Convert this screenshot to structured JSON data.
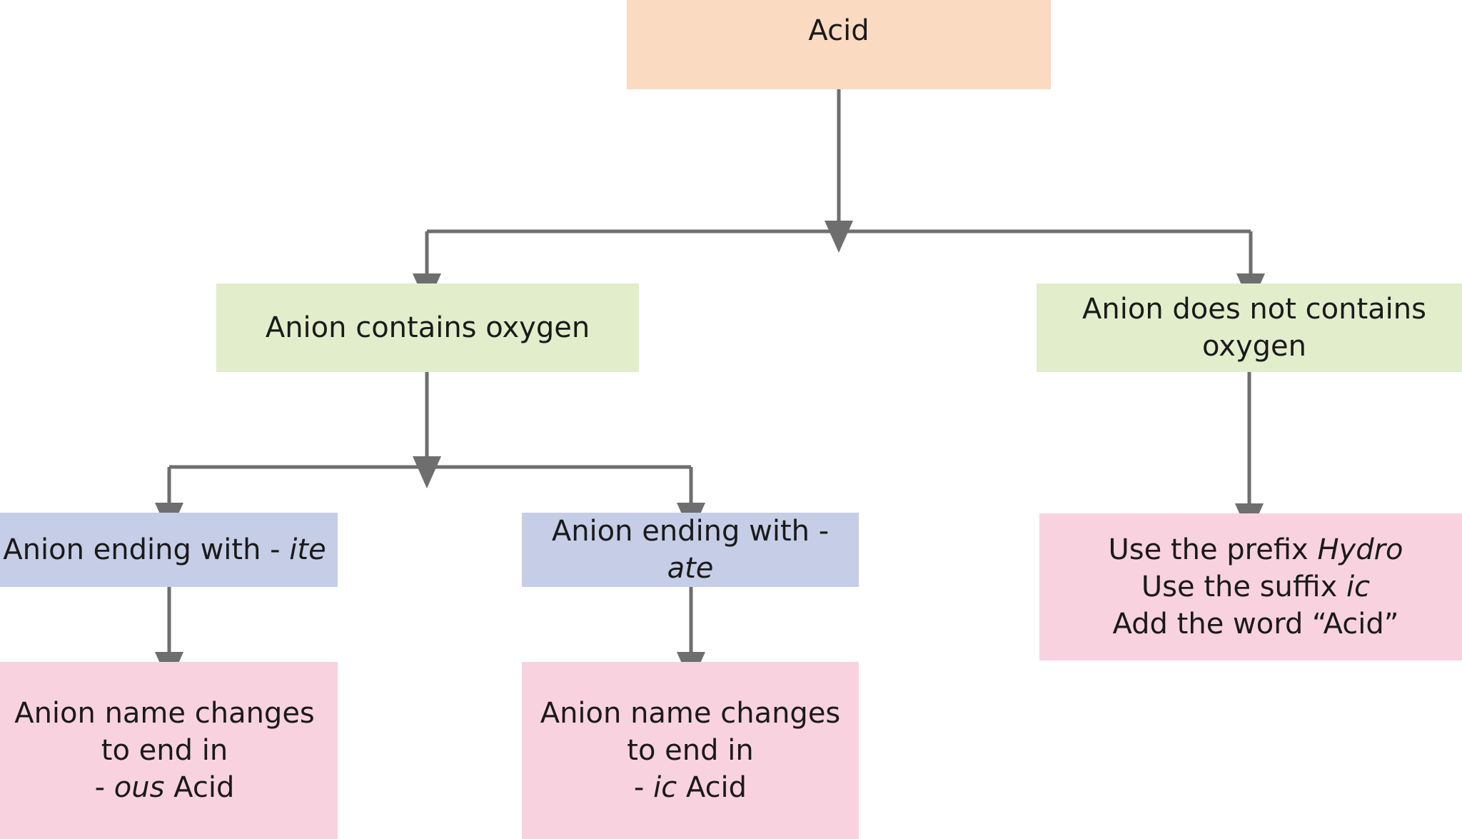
{
  "diagram": {
    "title": "Acid naming decision flowchart",
    "type": "flowchart",
    "colors": {
      "root": "#FBDAC2",
      "branch": "#E2EDCB",
      "sub": "#C6CDE6",
      "leaf": "#F9D2E0",
      "connector": "#6E6E6E",
      "text": "#1a1a1a",
      "background": "#FFFFFF"
    },
    "nodes": [
      {
        "id": "acid",
        "label": "Acid",
        "category": "root",
        "lines": [
          [
            {
              "text": "Acid",
              "italic": false
            }
          ]
        ]
      },
      {
        "id": "with-oxygen",
        "label": "Anion contains oxygen",
        "category": "branch",
        "lines": [
          [
            {
              "text": "Anion contains oxygen",
              "italic": false
            }
          ]
        ]
      },
      {
        "id": "no-oxygen",
        "label": "Anion does not contains oxygen",
        "category": "branch",
        "lines": [
          [
            {
              "text": "Anion does not contains oxygen",
              "italic": false
            }
          ]
        ]
      },
      {
        "id": "ite",
        "label": "Anion ending with - ite",
        "category": "sub",
        "lines": [
          [
            {
              "text": "Anion ending with - ",
              "italic": false
            },
            {
              "text": "ite",
              "italic": true
            }
          ]
        ]
      },
      {
        "id": "ate",
        "label": "Anion ending with - ate",
        "category": "sub",
        "lines": [
          [
            {
              "text": "Anion ending with - ",
              "italic": false
            },
            {
              "text": "ate",
              "italic": true
            }
          ]
        ]
      },
      {
        "id": "ous-acid",
        "label": "Anion name changes to end in - ous Acid",
        "category": "leaf",
        "lines": [
          [
            {
              "text": "Anion name changes",
              "italic": false
            }
          ],
          [
            {
              "text": "to end in",
              "italic": false
            }
          ],
          [
            {
              "text": "- ",
              "italic": false
            },
            {
              "text": "ous",
              "italic": true
            },
            {
              "text": " Acid",
              "italic": false
            }
          ]
        ]
      },
      {
        "id": "ic-acid",
        "label": "Anion name changes to end in - ic Acid",
        "category": "leaf",
        "lines": [
          [
            {
              "text": "Anion name changes",
              "italic": false
            }
          ],
          [
            {
              "text": "to end in",
              "italic": false
            }
          ],
          [
            {
              "text": "- ",
              "italic": false
            },
            {
              "text": "ic",
              "italic": true
            },
            {
              "text": " Acid",
              "italic": false
            }
          ]
        ]
      },
      {
        "id": "hydro",
        "label": "Use the prefix Hydro / Use the suffix ic / Add the word “Acid”",
        "category": "leaf",
        "lines": [
          [
            {
              "text": "Use the prefix ",
              "italic": false
            },
            {
              "text": "Hydro",
              "italic": true
            }
          ],
          [
            {
              "text": "Use the suffix ",
              "italic": false
            },
            {
              "text": "ic",
              "italic": true
            }
          ],
          [
            {
              "text": "Add the word “Acid”",
              "italic": false
            }
          ]
        ]
      }
    ],
    "edges": [
      {
        "id": "acid-to-split-1",
        "from": "acid",
        "to": "split-1",
        "kind": "arrow-down"
      },
      {
        "id": "split-1-to-with-oxygen",
        "from": "split-1",
        "to": "with-oxygen",
        "kind": "arrow-down"
      },
      {
        "id": "split-1-to-no-oxygen",
        "from": "split-1",
        "to": "no-oxygen",
        "kind": "arrow-down"
      },
      {
        "id": "with-oxygen-to-split-2",
        "from": "with-oxygen",
        "to": "split-2",
        "kind": "arrow-down"
      },
      {
        "id": "split-2-to-ite",
        "from": "split-2",
        "to": "ite",
        "kind": "arrow-down"
      },
      {
        "id": "split-2-to-ate",
        "from": "split-2",
        "to": "ate",
        "kind": "arrow-down"
      },
      {
        "id": "ite-to-ous-acid",
        "from": "ite",
        "to": "ous-acid",
        "kind": "arrow-down"
      },
      {
        "id": "ate-to-ic-acid",
        "from": "ate",
        "to": "ic-acid",
        "kind": "arrow-down"
      },
      {
        "id": "no-oxygen-to-hydro",
        "from": "no-oxygen",
        "to": "hydro",
        "kind": "arrow-down"
      }
    ]
  }
}
